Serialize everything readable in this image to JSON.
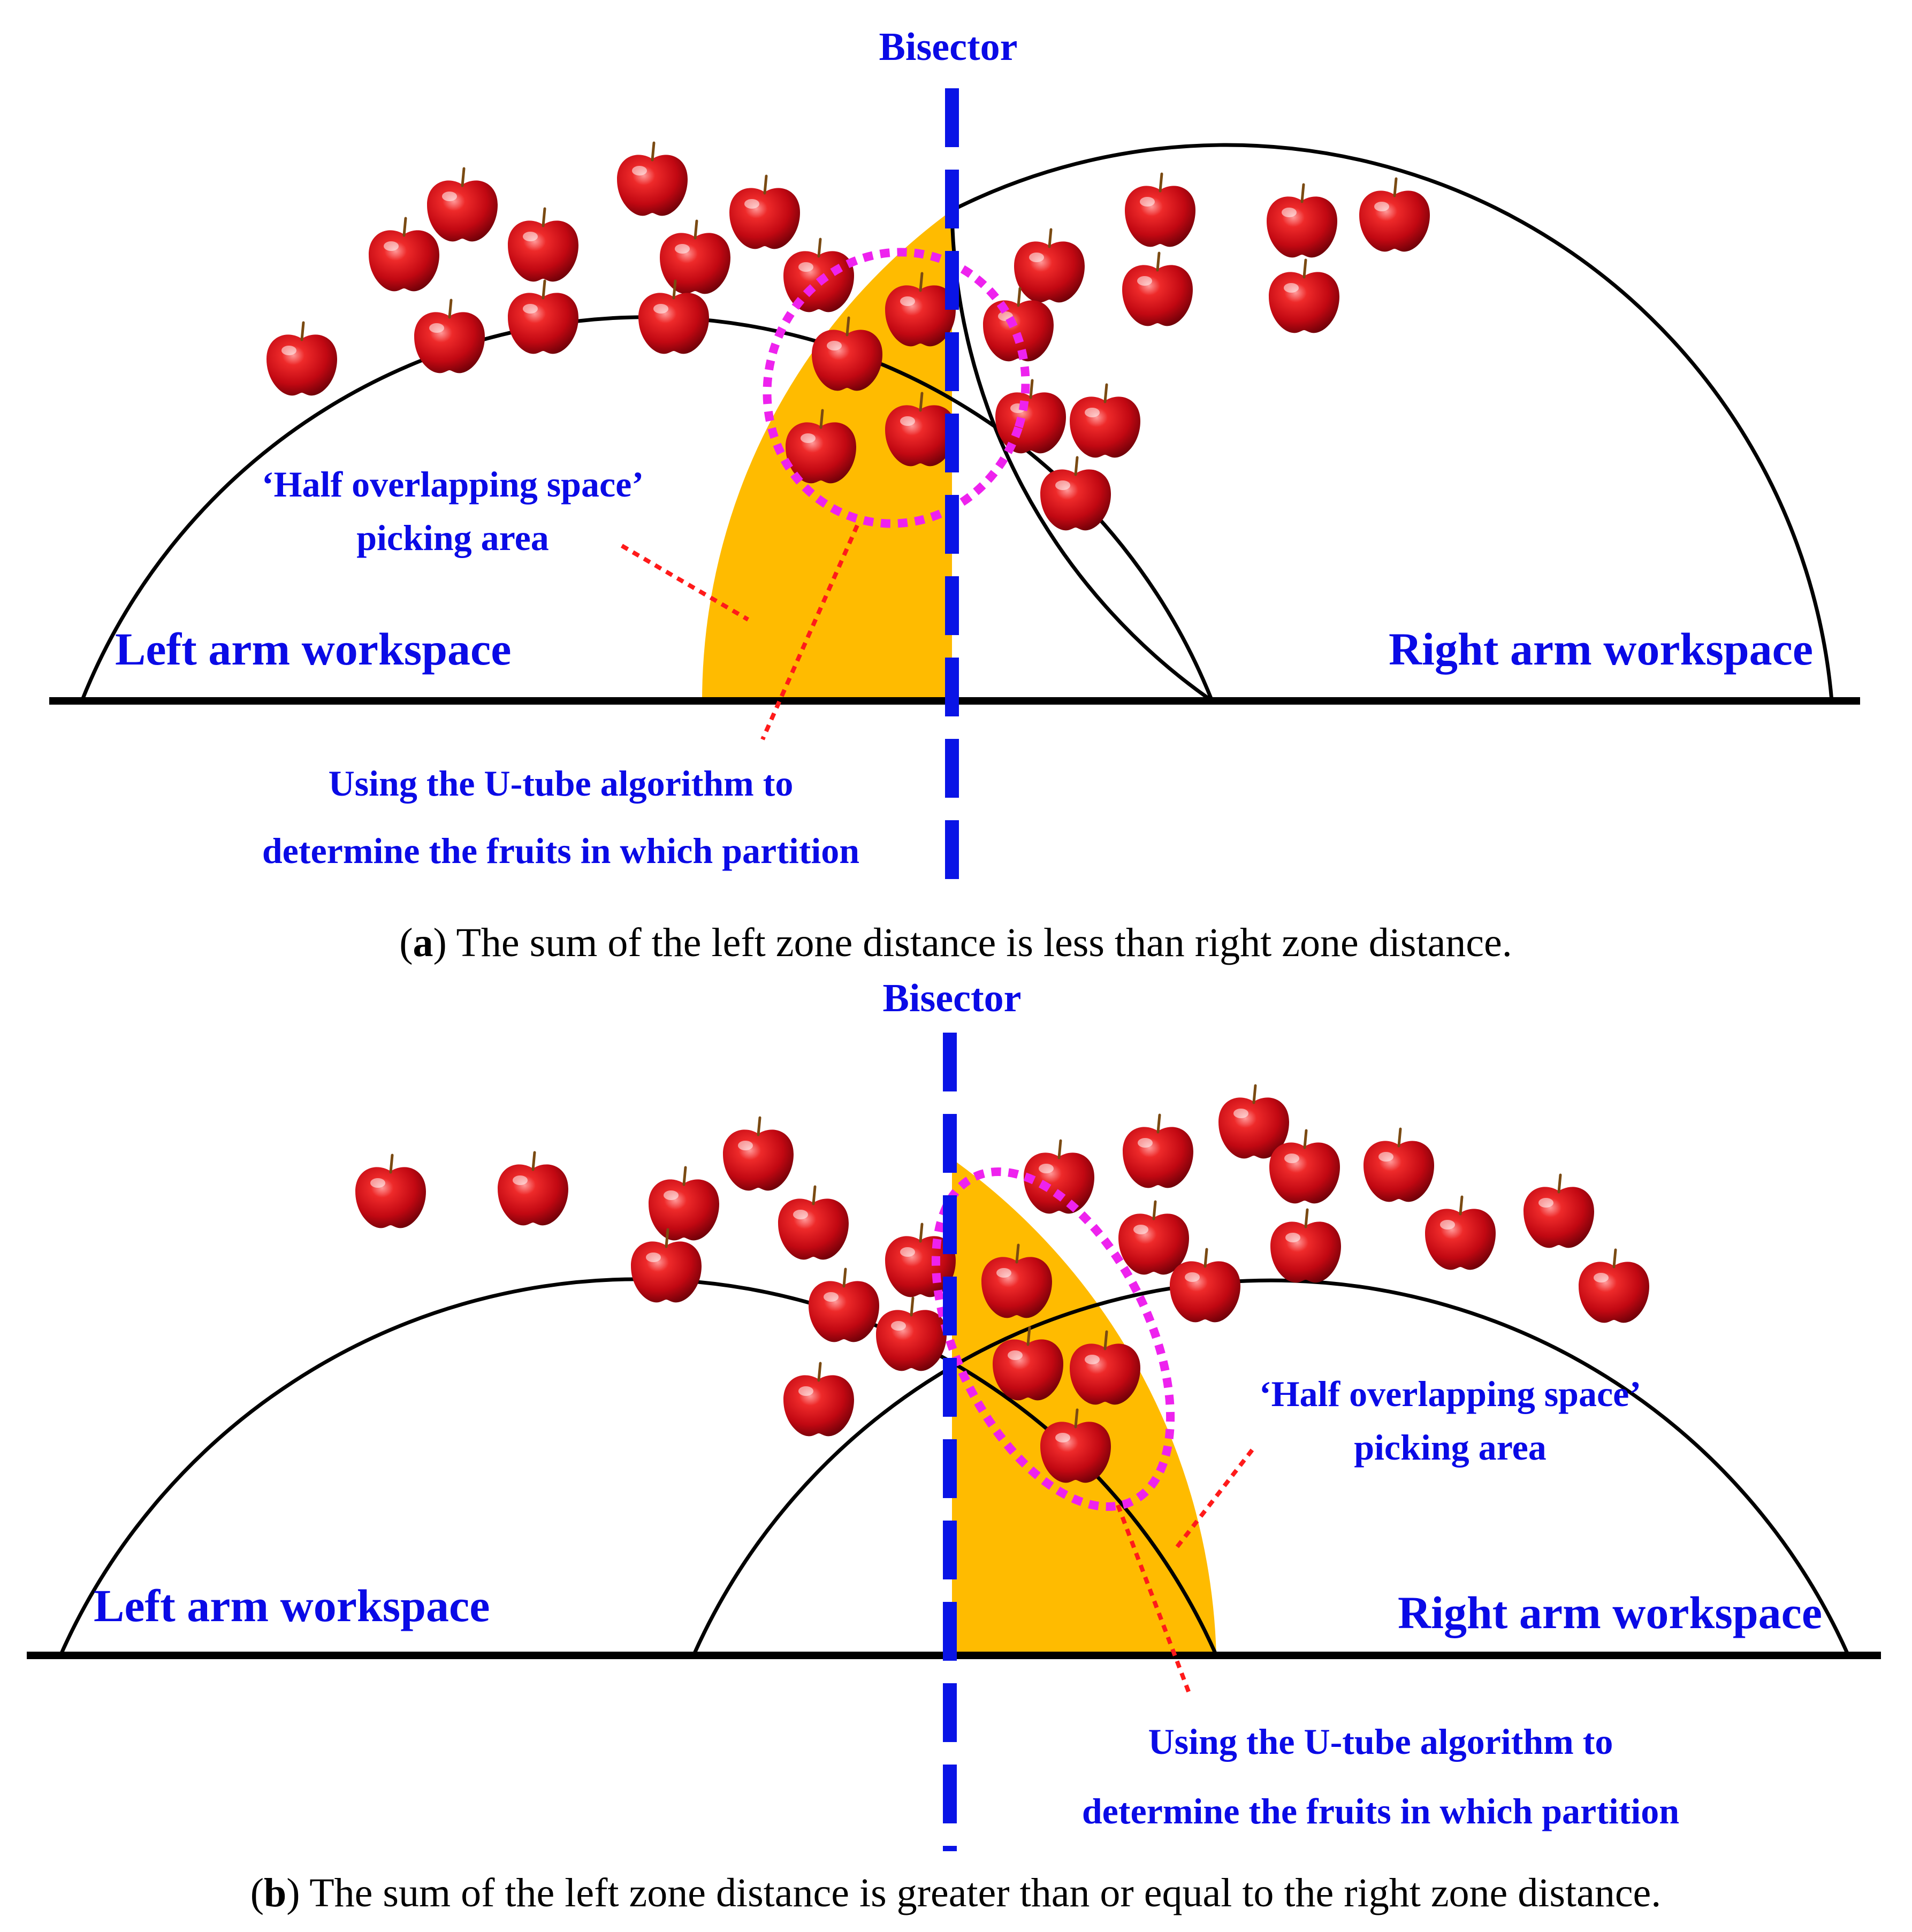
{
  "panel_a": {
    "bisector_label": "Bisector",
    "left_workspace_label": "Left arm workspace",
    "right_workspace_label": "Right arm workspace",
    "overlap_label_line1": "‘Half overlapping space’",
    "overlap_label_line2": "picking area",
    "algorithm_label_line1": "Using the U-tube algorithm to",
    "algorithm_label_line2": "determine the fruits in which partition",
    "caption_letter": "a",
    "caption_text": "The sum of the left zone distance is less than right zone distance."
  },
  "panel_b": {
    "bisector_label": "Bisector",
    "left_workspace_label": "Left arm workspace",
    "right_workspace_label": "Right arm workspace",
    "overlap_label_line1": "‘Half overlapping space’",
    "overlap_label_line2": "picking area",
    "algorithm_label_line1": "Using the U-tube algorithm to",
    "algorithm_label_line2": "determine the fruits in which partition",
    "caption_letter": "b",
    "caption_text": "The sum of the left zone distance is greater than or equal to the right zone distance."
  },
  "colors": {
    "label_blue": "#0a0ae6",
    "bisector_blue": "#0a14e6",
    "overlap_fill": "#ffbb00",
    "ring_magenta": "#ee22ee",
    "leader_red": "#ff1a1a",
    "apple_red": "#d0101a"
  },
  "icons": {
    "fruit": "apple-icon"
  }
}
